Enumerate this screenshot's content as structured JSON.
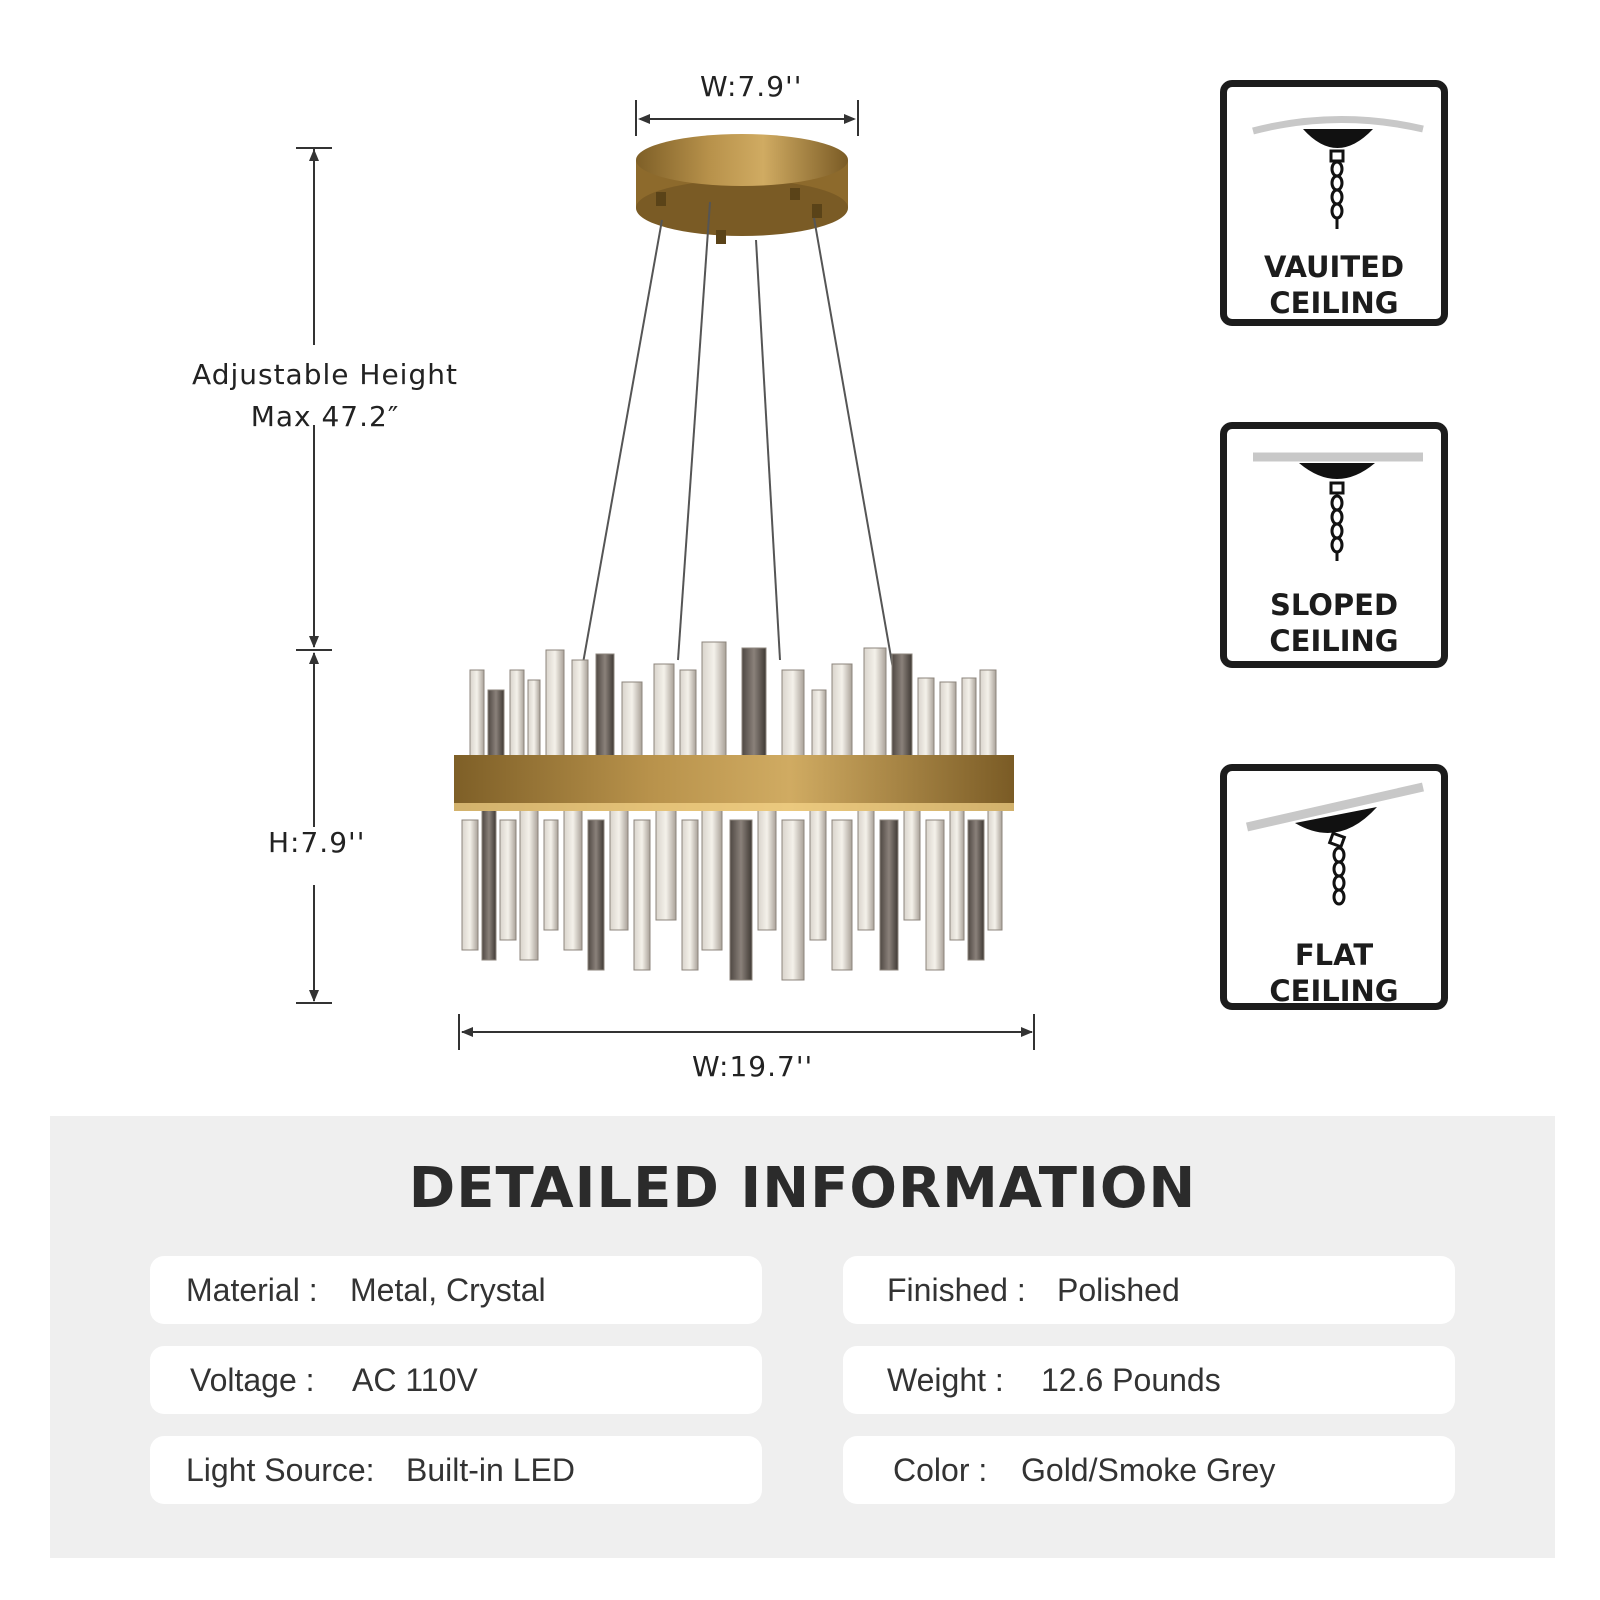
{
  "dimensions": {
    "top_width": "W:7.9''",
    "adjustable_height_line1": "Adjustable Height",
    "adjustable_height_line2": "Max 47.2″",
    "height": "H:7.9''",
    "bottom_width": "W:19.7''"
  },
  "ceiling_types": [
    {
      "line1": "VAUITED",
      "line2": "CEILING",
      "icon": "vaulted-ceiling-icon"
    },
    {
      "line1": "SLOPED",
      "line2": "CEILING",
      "icon": "sloped-ceiling-icon"
    },
    {
      "line1": "FLAT",
      "line2": "CEILING",
      "icon": "flat-ceiling-icon"
    }
  ],
  "details": {
    "title": "DETAILED INFORMATION",
    "items": [
      {
        "label": "Material :",
        "value": "Metal, Crystal"
      },
      {
        "label": "Finished :",
        "value": "Polished"
      },
      {
        "label": "Voltage :",
        "value": "AC 110V"
      },
      {
        "label": "Weight :",
        "value": "12.6 Pounds"
      },
      {
        "label": "Light Source:",
        "value": "Built-in LED"
      },
      {
        "label": "Color :",
        "value": "Gold/Smoke Grey"
      }
    ]
  },
  "colors": {
    "gold": "#a8843e",
    "smoke_grey": "#6e6760",
    "panel_bg": "#efefef",
    "border": "#1c1c1c"
  }
}
